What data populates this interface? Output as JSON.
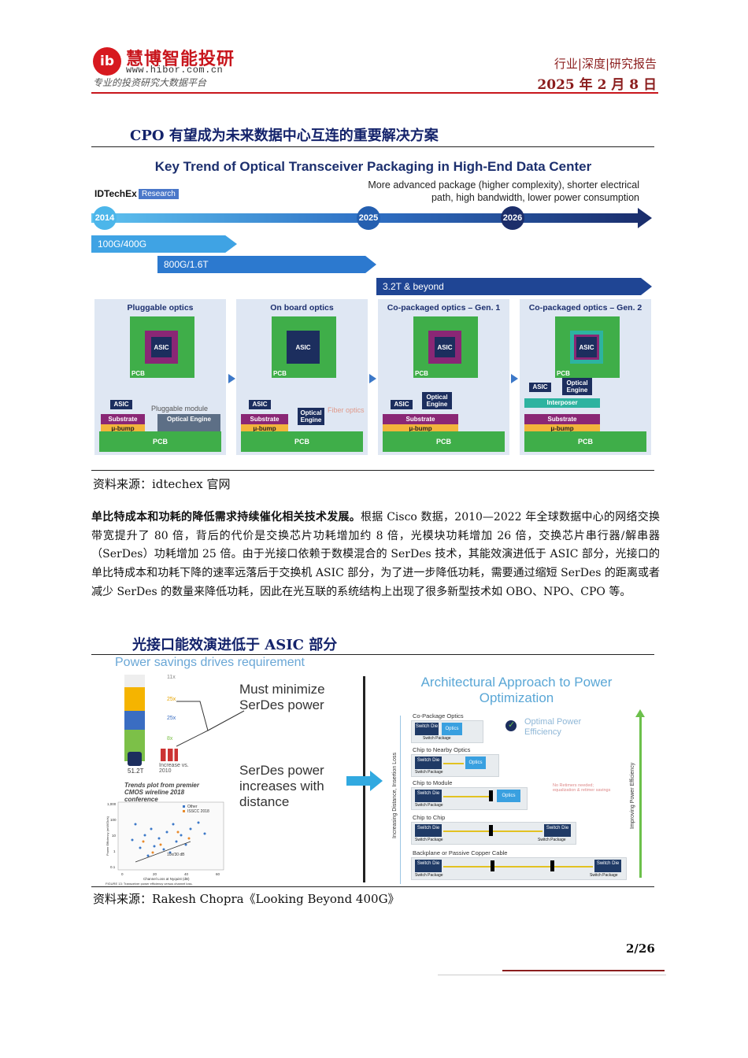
{
  "header": {
    "logo_mark": "ib",
    "logo_name": "慧博智能投研",
    "logo_url": "www.hibor.com.cn",
    "logo_slogan": "专业的投资研究大数据平台",
    "report_type": "行业|深度|研究报告",
    "date": "2025 年 2 月 8 日"
  },
  "figure1": {
    "title": "CPO 有望成为未来数据中心互连的重要解决方案",
    "chart_title": "Key Trend of Optical Transceiver Packaging in High-End Data Center",
    "subtitle": "More advanced package (higher complexity), shorter electrical path, high bandwidth, lower power consumption",
    "brand": "IDTechEx",
    "brand_badge": "Research",
    "timeline": [
      "2014",
      "2025",
      "2026"
    ],
    "bars": [
      "100G/400G",
      "800G/1.6T",
      "3.2T & beyond"
    ],
    "panels": [
      {
        "title": "Pluggable optics",
        "chip": "ASIC",
        "pcb": "PCB",
        "asic": "ASIC",
        "substrate": "Substrate",
        "ubump": "μ-bump",
        "note": "Pluggable module",
        "optical": "Optical Engine",
        "bottom": "PCB"
      },
      {
        "title": "On board optics",
        "chip": "ASIC",
        "pcb": "PCB",
        "asic": "ASIC",
        "substrate": "Substrate",
        "ubump": "μ-bump",
        "note": "Fiber optics",
        "optical": "Optical Engine",
        "bottom": "PCB"
      },
      {
        "title": "Co-packaged optics – Gen. 1",
        "chip": "ASIC",
        "pcb": "PCB",
        "asic": "ASIC",
        "substrate": "Substrate",
        "ubump": "μ-bump",
        "optical": "Optical Engine",
        "bottom": "PCB"
      },
      {
        "title": "Co-packaged optics – Gen. 2",
        "chip": "ASIC",
        "pcb": "PCB",
        "asic": "ASIC",
        "substrate": "Substrate",
        "ubump": "μ-bump",
        "interposer": "Interposer",
        "optical": "Optical Engine",
        "bottom": "PCB"
      }
    ],
    "source": "资料来源：idtechex 官网"
  },
  "paragraph": {
    "lead": "单比特成本和功耗的降低需求持续催化相关技术发展。",
    "body": "根据 Cisco 数据，2010—2022 年全球数据中心的网络交换带宽提升了 80 倍，背后的代价是交换芯片功耗增加约 8 倍，光模块功耗增加 26 倍，交换芯片串行器/解串器（SerDes）功耗增加 25 倍。由于光接口依赖于数模混合的 SerDes 技术，其能效演进低于 ASIC 部分，光接口的单比特成本和功耗下降的速率远落后于交换机 ASIC 部分，为了进一步降低功耗，需要通过缩短 SerDes 的距离或者减少 SerDes 的数量来降低功耗，因此在光互联的系统结构上出现了很多新型技术如 OBO、NPO、CPO 等。"
  },
  "figure2": {
    "title": "光接口能效演进低于 ASIC 部分",
    "top_text": "Power savings drives requirement",
    "left_text1": "Must minimize SerDes power",
    "left_text2": "SerDes power increases with distance",
    "chip_label": "51.2T",
    "stack_labels": [
      "11x",
      "25x",
      "25x",
      "8x"
    ],
    "increase_label": "Increase vs. 2010",
    "trends_caption": "Trends plot from premier CMOS wireline 2018 conference",
    "scatter_legend": [
      "Other",
      "ISSCC 2018"
    ],
    "scatter_xlabel": "Channel Loss at Nyquist (dB)",
    "scatter_ylabel": "Power Efficiency (mW/Gb/s)",
    "scatter_yticks": [
      "1,000",
      "100",
      "10",
      "1",
      "0.1"
    ],
    "scatter_xticks": [
      "0",
      "20",
      "40",
      "60"
    ],
    "scatter_trend": "10x/30 dB",
    "scatter_footer": "FIGURE 13: Transceiver power efficiency versus channel loss.",
    "right_title": "Architectural Approach to Power Optimization",
    "optimal": "Optimal Power Efficiency",
    "axis_left": "Increasing Distance, Insertion Loss",
    "axis_right": "Improving Power Efficiency",
    "side_note": "No Retimers needed; equalization & retimer savings",
    "rows": [
      {
        "label": "Co-Package Optics",
        "switch": "Switch Die",
        "optics": "Optics",
        "pkg": "Switch Package"
      },
      {
        "label": "Chip to Nearby Optics",
        "switch": "Switch Die",
        "optics": "Optics",
        "pkg": "Switch Package"
      },
      {
        "label": "Chip to Module",
        "switch": "Switch Die",
        "optics": "Optics",
        "pkg": "Switch Package"
      },
      {
        "label": "Chip to Chip",
        "switch": "Switch Die",
        "switch2": "Switch Die",
        "pkg": "Switch Package",
        "pkg2": "Switch Package"
      },
      {
        "label": "Backplane or Passive Copper Cable",
        "switch": "Switch Die",
        "switch2": "Switch Die",
        "pkg": "Switch Package",
        "pkg2": "Switch Package"
      }
    ],
    "source": "资料来源：Rakesh Chopra《Looking Beyond 400G》"
  },
  "footer": {
    "page": "2/26"
  },
  "colors": {
    "brand_red": "#c8161d",
    "navy": "#1c2f6e",
    "blue": "#3c78c8"
  }
}
